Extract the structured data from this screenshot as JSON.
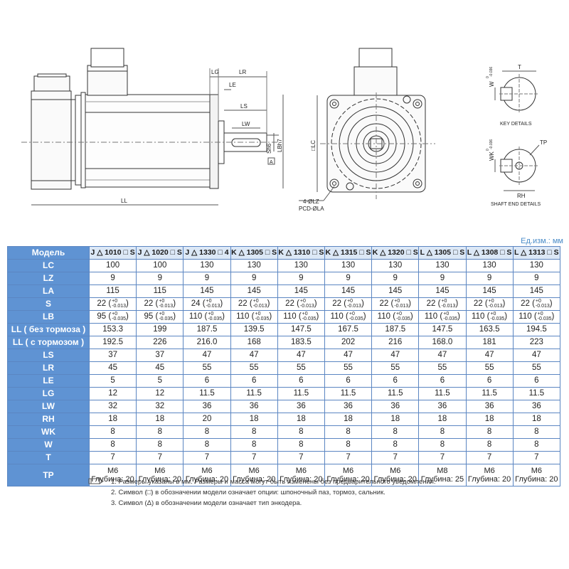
{
  "drawing": {
    "dim_labels": {
      "LG": "LG",
      "LR": "LR",
      "LE": "LE",
      "LS": "LS",
      "LW": "LW",
      "Sh6": "Sh6",
      "LBh7": "LBh7",
      "A": "A",
      "LL": "LL",
      "LC": "□LC",
      "LZ": "4-ØLZ",
      "LA": "PCD-ØLA"
    },
    "key_details": {
      "title": "KEY DETAILS",
      "T": "T",
      "W": "W",
      "W_tol": "-0.036",
      "W_tol0": "0"
    },
    "shaft_end": {
      "title": "SHAFT END DETAILS",
      "TP": "TP",
      "WK": "WK",
      "WK_tol": "-0.036",
      "WK_tol0": "0",
      "RH": "RH"
    }
  },
  "unit_note": "Ед.изм.: мм",
  "table": {
    "corner": "Модель",
    "columns": [
      "J △ 1010 □ S",
      "J △ 1020 □ S",
      "J △ 1330 □ 4",
      "K △ 1305 □ S",
      "K △ 1310 □ S",
      "K △ 1315 □ S",
      "K △ 1320 □ S",
      "L △ 1305 □ S",
      "L △ 1308 □ S",
      "L △ 1313 □ S"
    ],
    "rows": {
      "LC": {
        "label": "LC",
        "values": [
          "100",
          "100",
          "130",
          "130",
          "130",
          "130",
          "130",
          "130",
          "130",
          "130"
        ]
      },
      "LZ": {
        "label": "LZ",
        "values": [
          "9",
          "9",
          "9",
          "9",
          "9",
          "9",
          "9",
          "9",
          "9",
          "9"
        ]
      },
      "LA": {
        "label": "LA",
        "values": [
          "115",
          "115",
          "145",
          "145",
          "145",
          "145",
          "145",
          "145",
          "145",
          "145"
        ]
      },
      "S": {
        "label": "S",
        "values": [
          "22",
          "22",
          "24",
          "22",
          "22",
          "22",
          "22",
          "22",
          "22",
          "22"
        ],
        "tol_up": "+0",
        "tol_down": "-0.013"
      },
      "LB": {
        "label": "LB",
        "values": [
          "95",
          "95",
          "110",
          "110",
          "110",
          "110",
          "110",
          "110",
          "110",
          "110"
        ],
        "tol_up": "+0",
        "tol_down": "-0.035"
      },
      "LL1": {
        "label": "LL ( без тормоза )",
        "values": [
          "153.3",
          "199",
          "187.5",
          "139.5",
          "147.5",
          "167.5",
          "187.5",
          "147.5",
          "163.5",
          "194.5"
        ]
      },
      "LL2": {
        "label": "LL ( с тормозом )",
        "values": [
          "192.5",
          "226",
          "216.0",
          "168",
          "183.5",
          "202",
          "216",
          "168.0",
          "181",
          "223"
        ]
      },
      "LS": {
        "label": "LS",
        "values": [
          "37",
          "37",
          "47",
          "47",
          "47",
          "47",
          "47",
          "47",
          "47",
          "47"
        ]
      },
      "LR": {
        "label": "LR",
        "values": [
          "45",
          "45",
          "55",
          "55",
          "55",
          "55",
          "55",
          "55",
          "55",
          "55"
        ]
      },
      "LE": {
        "label": "LE",
        "values": [
          "5",
          "5",
          "6",
          "6",
          "6",
          "6",
          "6",
          "6",
          "6",
          "6"
        ]
      },
      "LG": {
        "label": "LG",
        "values": [
          "12",
          "12",
          "11.5",
          "11.5",
          "11.5",
          "11.5",
          "11.5",
          "11.5",
          "11.5",
          "11.5"
        ]
      },
      "LW": {
        "label": "LW",
        "values": [
          "32",
          "32",
          "36",
          "36",
          "36",
          "36",
          "36",
          "36",
          "36",
          "36"
        ]
      },
      "RH": {
        "label": "RH",
        "values": [
          "18",
          "18",
          "20",
          "18",
          "18",
          "18",
          "18",
          "18",
          "18",
          "18"
        ]
      },
      "WK": {
        "label": "WK",
        "values": [
          "8",
          "8",
          "8",
          "8",
          "8",
          "8",
          "8",
          "8",
          "8",
          "8"
        ]
      },
      "W": {
        "label": "W",
        "values": [
          "8",
          "8",
          "8",
          "8",
          "8",
          "8",
          "8",
          "8",
          "8",
          "8"
        ]
      },
      "T": {
        "label": "T",
        "values": [
          "7",
          "7",
          "7",
          "7",
          "7",
          "7",
          "7",
          "7",
          "7",
          "7"
        ]
      },
      "TP": {
        "label": "TP",
        "values": [
          "M6",
          "M6",
          "M6",
          "M6",
          "M6",
          "M6",
          "M6",
          "M8",
          "M6",
          "M6"
        ],
        "depth_label": "Глубина:",
        "depths": [
          "20",
          "20",
          "20",
          "20",
          "20",
          "20",
          "20",
          "25",
          "20",
          "20"
        ]
      }
    }
  },
  "footnotes": [
    "1. Размеры указаны в мм. Размеры и масса могут быть изменены без предварительного уведомления.",
    "2. Символ (□) в обозначении модели означает опции: шпоночный паз, тормоз, сальник.",
    "3. Символ (Δ) в обозначении модели означает тип энкодера."
  ]
}
